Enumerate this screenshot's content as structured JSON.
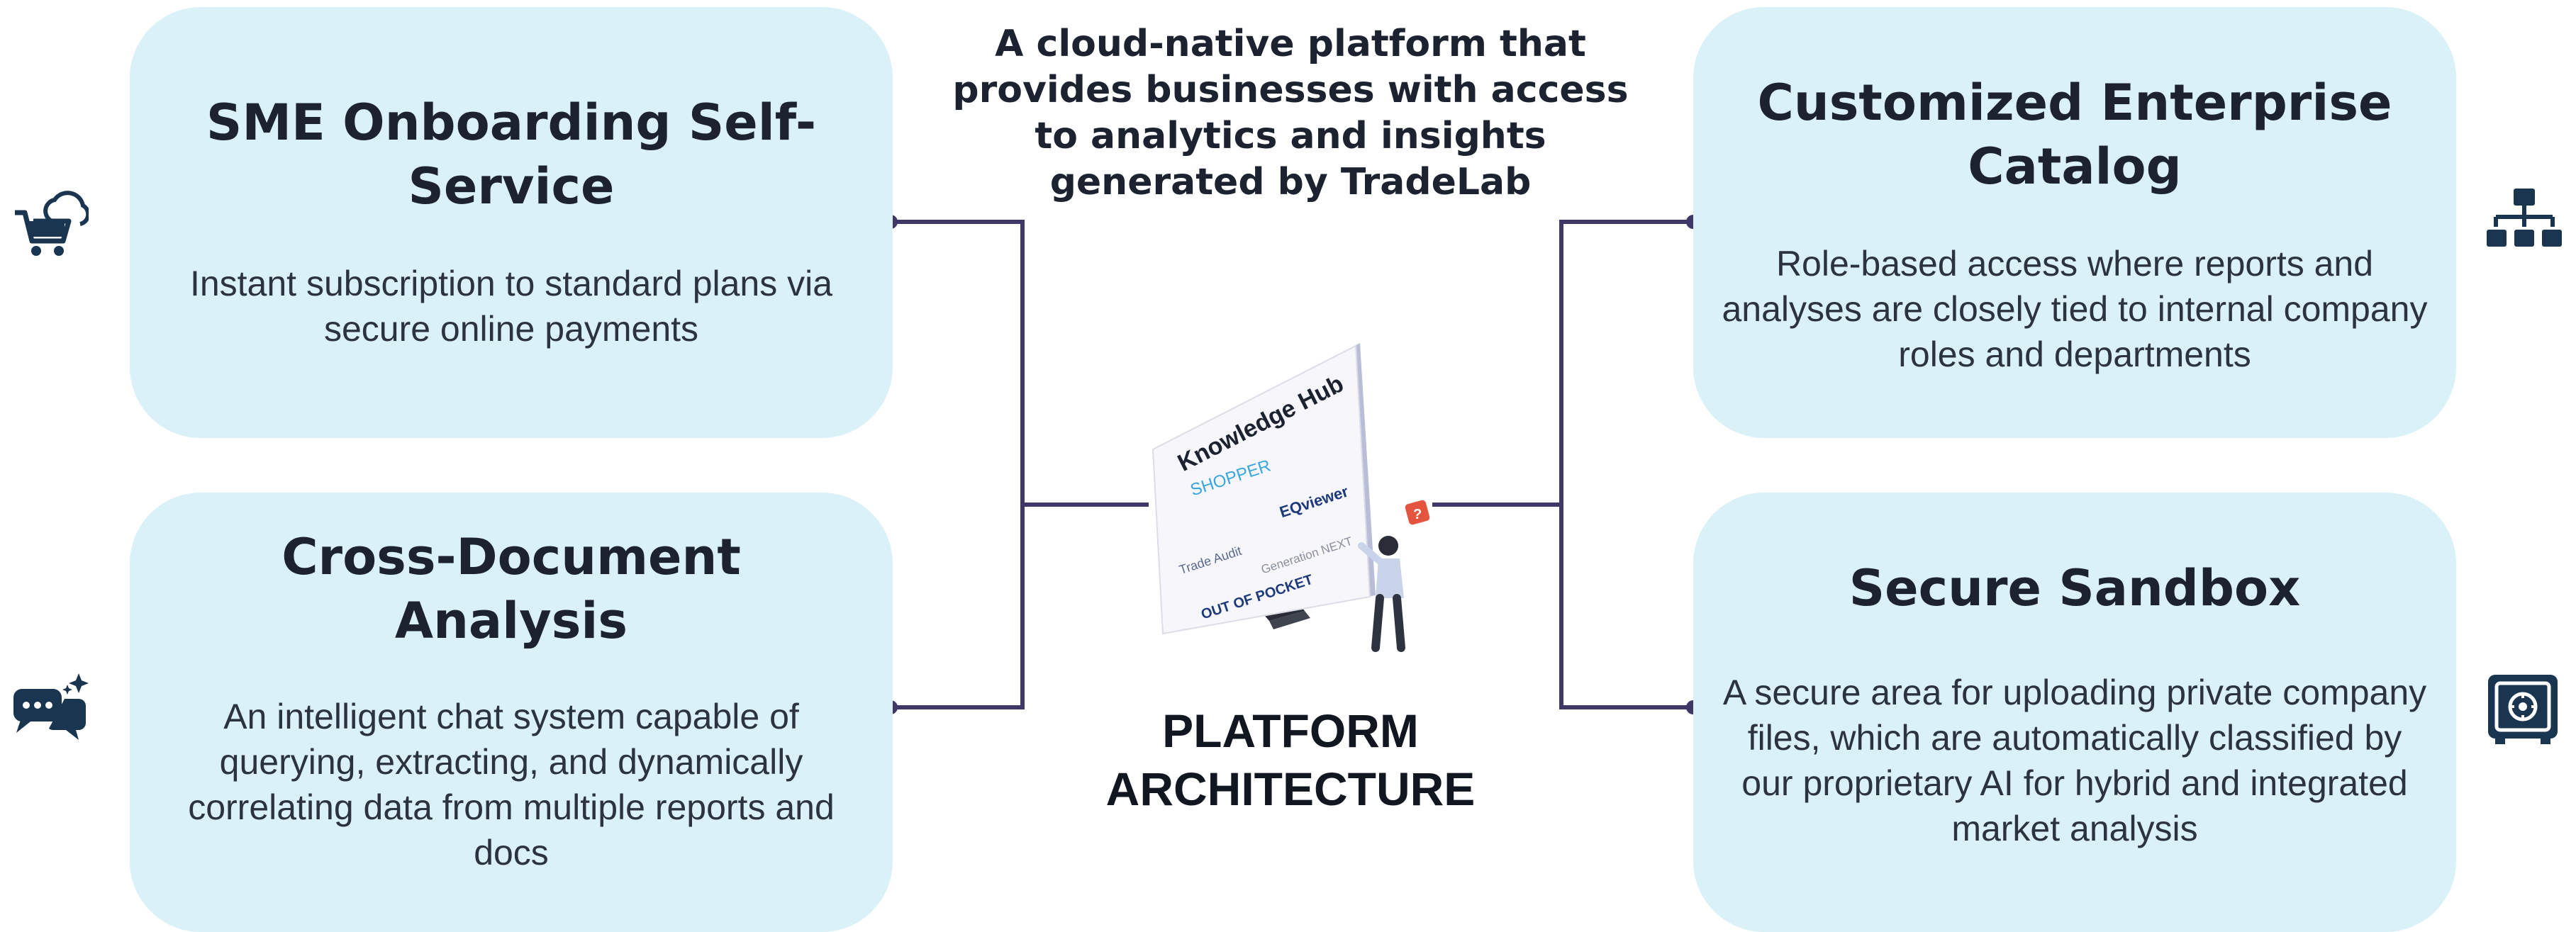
{
  "intro": "A cloud-native platform that provides businesses with access to analytics and insights generated by TradeLab",
  "architecture_title": "PLATFORM ARCHITECTURE",
  "cards": {
    "sme": {
      "title": "SME Onboarding Self-Service",
      "text": "Instant subscription to standard plans via secure online payments",
      "icon": "cloud-cart-icon"
    },
    "cross": {
      "title": "Cross-Document Analysis",
      "text": "An intelligent chat system capable of querying, extracting, and dynamically correlating data from multiple reports and docs",
      "icon": "chat-sparkle-icon"
    },
    "catalog": {
      "title": "Customized Enterprise Catalog",
      "text": "Role-based access where reports and analyses are closely tied to internal company roles and departments",
      "icon": "org-chart-icon"
    },
    "sandbox": {
      "title": "Secure Sandbox",
      "text": "A secure area for uploading private company files, which are automatically classified by our proprietary AI for hybrid and integrated market analysis",
      "icon": "safe-icon"
    }
  },
  "hub": {
    "title": "Knowledge Hub",
    "logos": [
      "SHOPPER",
      "EQviewer",
      "Trade Audit",
      "Generation NEXT",
      "OUT OF POCKET"
    ],
    "sign": "?"
  },
  "colors": {
    "card_bg": "#daf1f8",
    "connector": "#3d3866",
    "icon": "#1a3550",
    "text_dark": "#1c2230"
  }
}
